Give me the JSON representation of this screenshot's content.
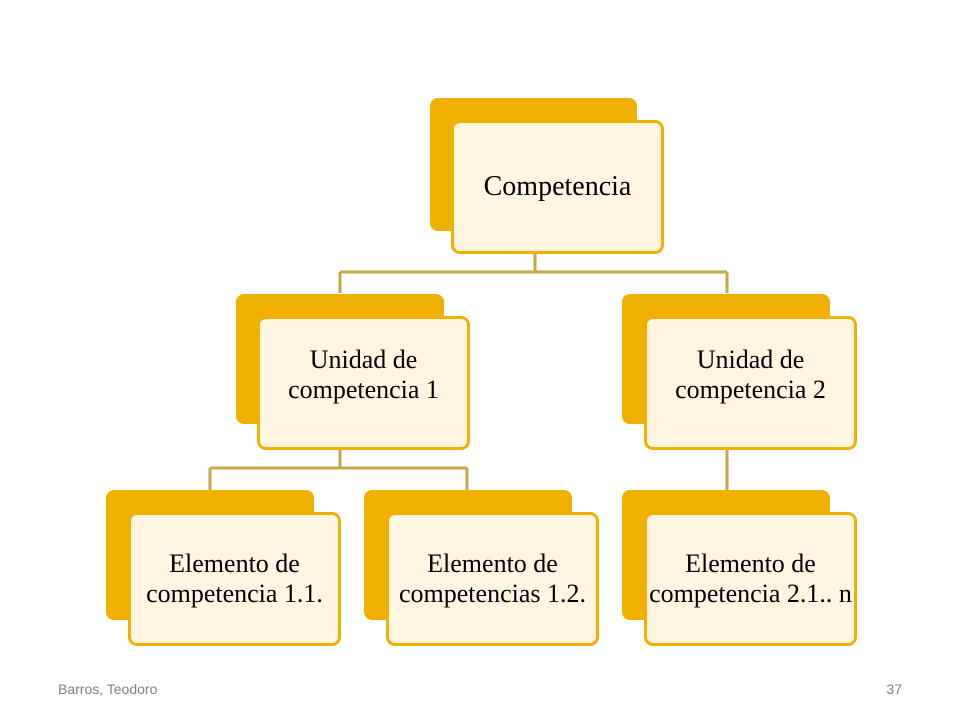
{
  "diagram": {
    "nodes": [
      {
        "id": "root",
        "text": "Competencia"
      },
      {
        "id": "unit1",
        "text": "Unidad de competencia 1"
      },
      {
        "id": "unit2",
        "text": "Unidad de competencia 2"
      },
      {
        "id": "el11",
        "text": "Elemento de competencia 1.1."
      },
      {
        "id": "el12",
        "text": "Elemento de competencias 1.2."
      },
      {
        "id": "el21",
        "text": "Elemento de competencia 2.1.. n"
      }
    ],
    "edges": [
      {
        "from": "root",
        "to": "unit1"
      },
      {
        "from": "root",
        "to": "unit2"
      },
      {
        "from": "unit1",
        "to": "el11"
      },
      {
        "from": "unit1",
        "to": "el12"
      },
      {
        "from": "unit2",
        "to": "el21"
      }
    ],
    "colors": {
      "accent": "#f0b000",
      "fill": "#fff5e0",
      "connector": "#c9a64a"
    }
  },
  "footer": {
    "author": "Barros, Teodoro",
    "page": "37"
  }
}
